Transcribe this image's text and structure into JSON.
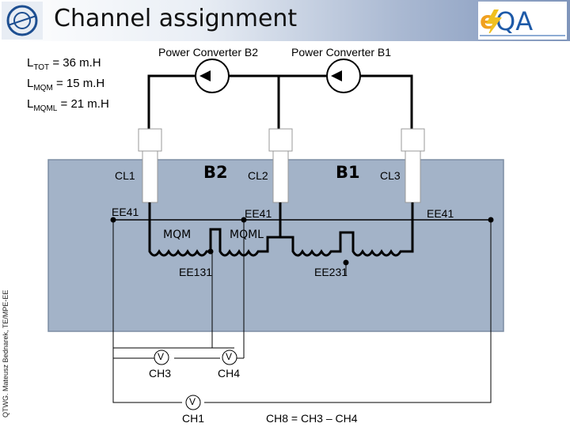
{
  "header": {
    "title": "Channel assignment"
  },
  "sidebar": {
    "text": "QTWG. Mateusz Bednarek, TE/MPE-EE"
  },
  "params": {
    "ltot": {
      "prefix": "L",
      "sub": "TOT",
      "value": " = 36 m.H"
    },
    "lmqm": {
      "prefix": "L",
      "sub": "MQM",
      "value": " = 15 m.H"
    },
    "lmqml": {
      "prefix": "L",
      "sub": "MQML",
      "value": " = 21 m.H"
    }
  },
  "converters": {
    "b2": "Power Converter B2",
    "b1": "Power Converter B1"
  },
  "leads": {
    "cl1": "CL1",
    "cl2": "CL2",
    "cl3": "CL3"
  },
  "beams": {
    "b2": "B2",
    "b1": "B1"
  },
  "terminals": {
    "ee41_left": "EE41",
    "ee41_mid": "EE41",
    "ee41_right": "EE41",
    "ee131": "EE131",
    "ee231": "EE231"
  },
  "magnets": {
    "mqm": "MQM",
    "mqml": "MQML"
  },
  "voltmeters": {
    "symbol": "V",
    "ch3": "CH3",
    "ch4": "CH4",
    "ch1": "CH1"
  },
  "formula": "CH8 = CH3 – CH4",
  "colors": {
    "cryostat": "#a3b3c8",
    "header_accent": "#7f95bb"
  }
}
